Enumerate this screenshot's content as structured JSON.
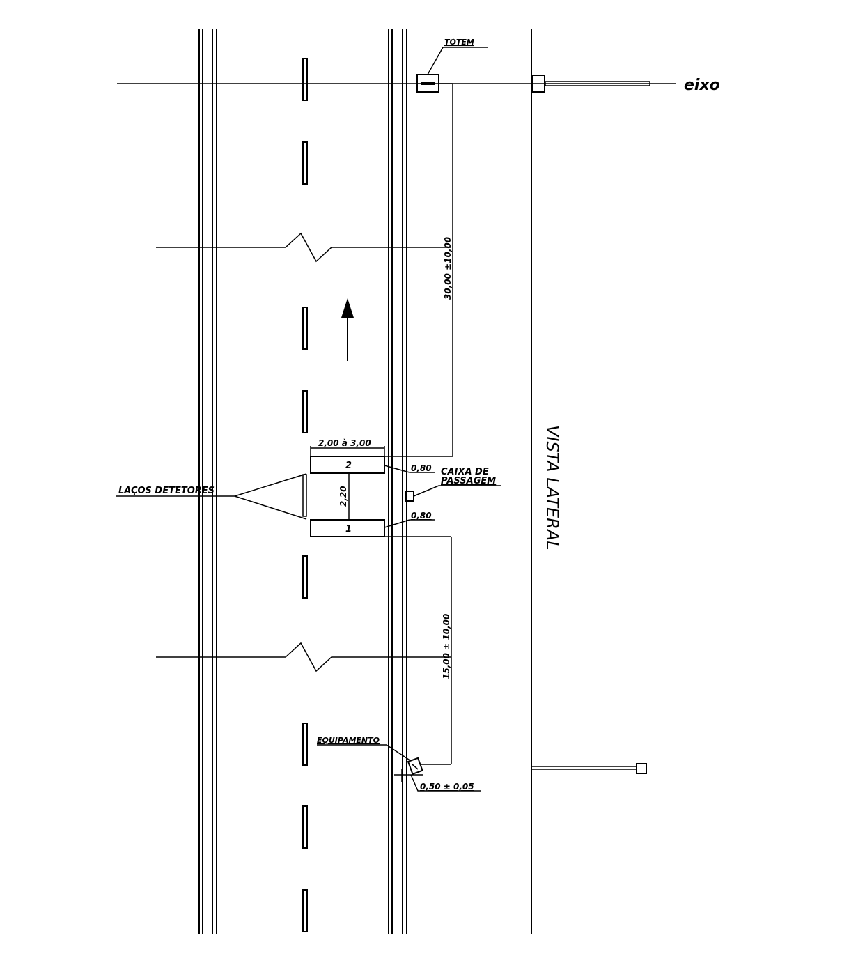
{
  "labels": {
    "totem": "TÓTEM",
    "eixo": "eixo",
    "dim_top": "30,00 ±10,00",
    "loop_length": "2,00 à 3,00",
    "loop_2": "2",
    "loop_1": "1",
    "offset_top": "0,80",
    "offset_bottom": "0,80",
    "caixa_line1": "CAIXA DE",
    "caixa_line2": "PASSAGEM",
    "lacos": "LAÇOS DETETORES",
    "loop_spacing": "2,20",
    "dim_bottom": "15,00 ± 10,00",
    "equipamento": "EQUIPAMENTO",
    "equip_offset": "0,50 ± 0,05",
    "vista_lateral": "VISTA LATERAL"
  }
}
